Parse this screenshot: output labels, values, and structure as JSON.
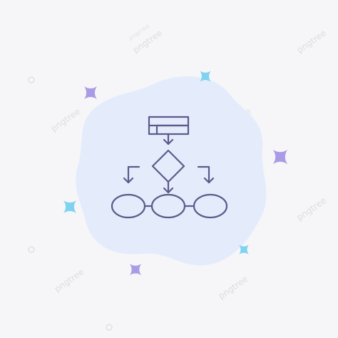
{
  "watermark": {
    "text": "pngtree",
    "color": "#c8c8d0"
  },
  "colors": {
    "background": "#f6f6f8",
    "blob": "#e4ecfb",
    "icon_stroke": "#5c5a8c",
    "star_purple": "#a99be6",
    "star_blue": "#7fd2f0"
  },
  "icon": {
    "name": "flowchart-icon"
  },
  "stars": [
    {
      "name": "star-top-left",
      "color": "purple"
    },
    {
      "name": "star-top-right",
      "color": "blue"
    },
    {
      "name": "star-right",
      "color": "purple"
    },
    {
      "name": "star-left",
      "color": "blue"
    },
    {
      "name": "star-bottom-right",
      "color": "blue"
    },
    {
      "name": "star-bottom-left",
      "color": "purple"
    }
  ]
}
